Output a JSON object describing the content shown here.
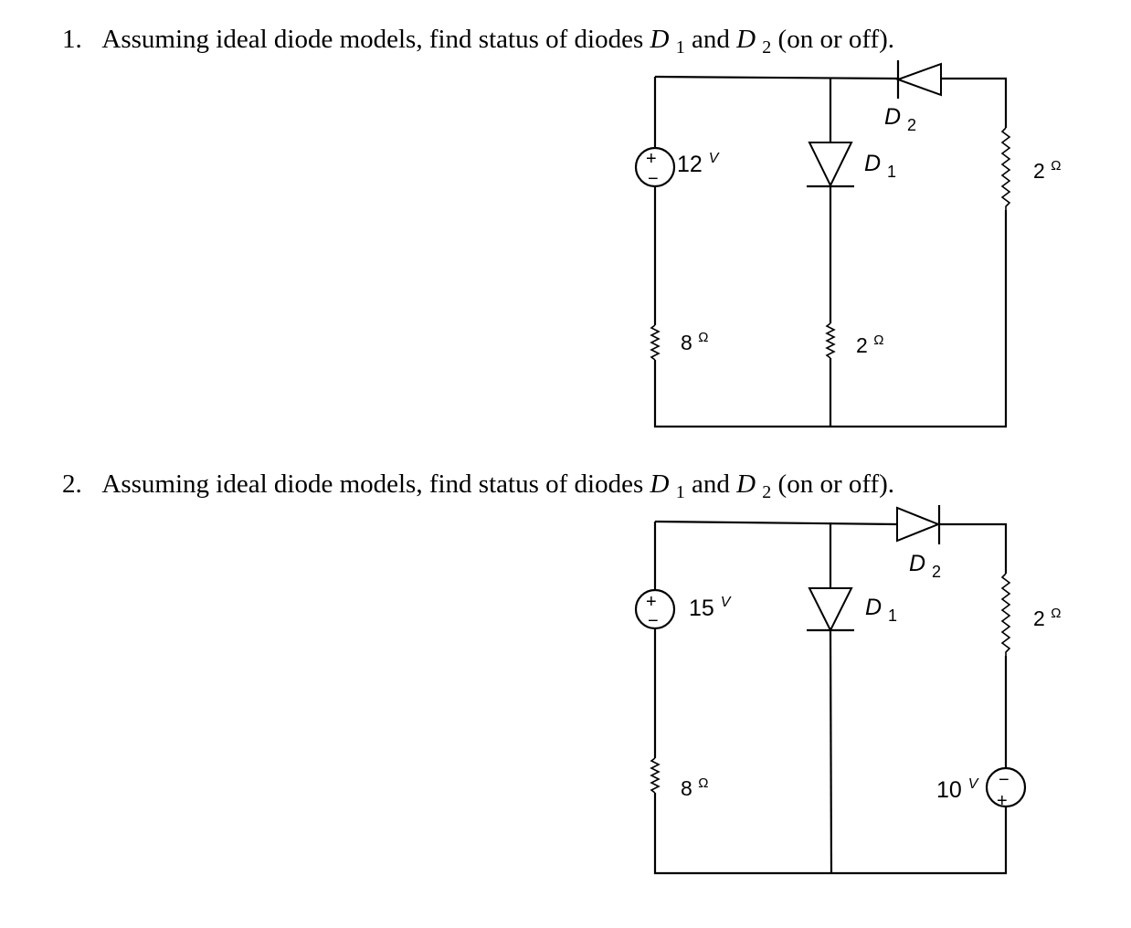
{
  "problems": [
    {
      "number": "1.",
      "text_start": "Assuming ideal diode models, find status of diodes ",
      "d1_letter": "D",
      "d1_sub": "1",
      "text_mid": " and ",
      "d2_letter": "D",
      "d2_sub": "2",
      "text_end": " (on or off).",
      "source_value": "12",
      "source_unit": "V",
      "left_resistor_value": "8",
      "left_resistor_unit": "Ω",
      "mid_resistor_value": "2",
      "mid_resistor_unit": "Ω",
      "right_resistor_value": "2",
      "right_resistor_unit": "Ω",
      "diode1_letter": "D",
      "diode1_sub": "1",
      "diode2_letter": "D",
      "diode2_sub": "2"
    },
    {
      "number": "2.",
      "text_start": "Assuming ideal diode models, find status of diodes ",
      "d1_letter": "D",
      "d1_sub": "1",
      "text_mid": " and ",
      "d2_letter": "D",
      "d2_sub": "2",
      "text_end": " (on or off).",
      "source_value": "15",
      "source_unit": "V",
      "left_resistor_value": "8",
      "left_resistor_unit": "Ω",
      "right_resistor_value": "2",
      "right_resistor_unit": "Ω",
      "source2_value": "10",
      "source2_unit": "V",
      "diode1_letter": "D",
      "diode1_sub": "1",
      "diode2_letter": "D",
      "diode2_sub": "2"
    }
  ],
  "source_plus": "+",
  "source_minus": "−"
}
